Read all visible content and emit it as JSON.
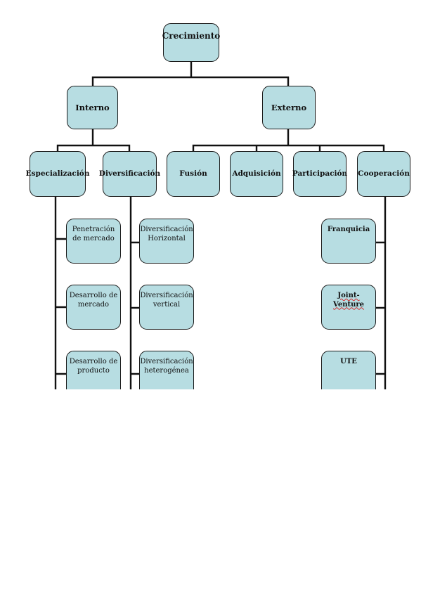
{
  "diagram": {
    "root": "Crecimiento",
    "internal": {
      "label": "Interno",
      "specialization": {
        "label": "Especialización",
        "items": [
          "Penetración de mercado",
          "Desarrollo de mercado",
          "Desarrollo de producto"
        ]
      },
      "diversification": {
        "label": "Diversificación",
        "items": [
          "Diversificación Horizontal",
          "Diversificación vertical",
          "Diversificación heterogénea"
        ]
      }
    },
    "external": {
      "label": "Externo",
      "fusion": "Fusión",
      "acquisition": "Adquisición",
      "participation": "Participación",
      "cooperation": {
        "label": "Cooperación",
        "items": [
          "Franquicia",
          "Joint-Venture",
          "UTE"
        ]
      }
    }
  },
  "colors": {
    "box_fill": "#b7dde2",
    "line": "#111111"
  }
}
